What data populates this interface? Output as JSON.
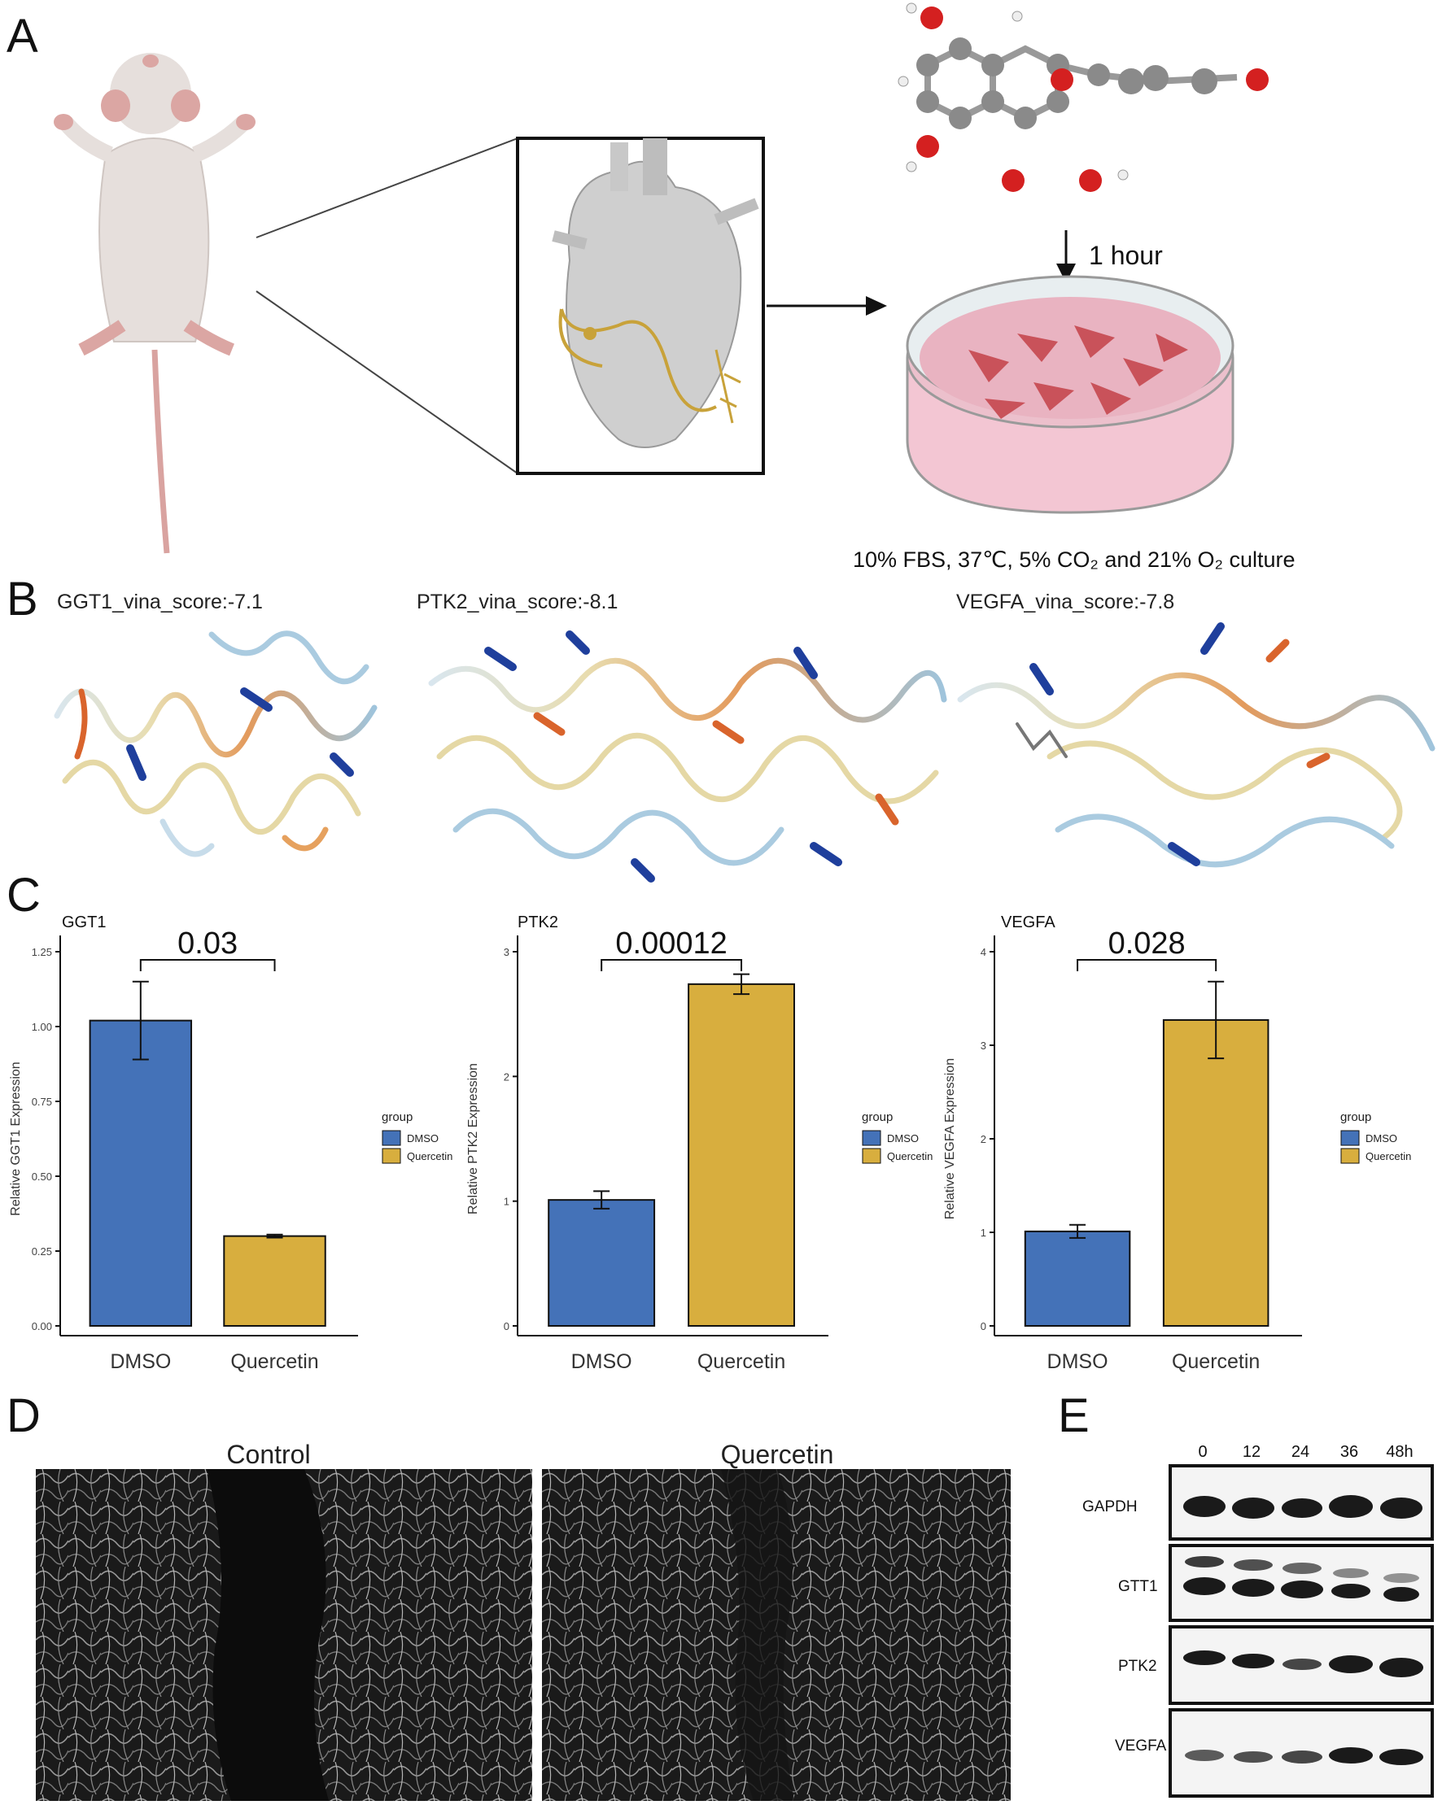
{
  "panels": {
    "a": "A",
    "b": "B",
    "c": "C",
    "d": "D",
    "e": "E"
  },
  "panel_a": {
    "time_label": "1 hour",
    "culture_label": "10% FBS, 37℃, 5% CO₂ and 21% O₂ culture"
  },
  "panel_b": {
    "scores": [
      "GGT1_vina_score:-7.1",
      "PTK2_vina_score:-8.1",
      "VEGFA_vina_score:-7.8"
    ]
  },
  "colors": {
    "dmso": "#4472b8",
    "quercetin": "#d8ae3e"
  },
  "chart_data": [
    {
      "type": "bar",
      "title": "GGT1",
      "ylabel": "Relative GGT1 Expression",
      "categories": [
        "DMSO",
        "Quercetin"
      ],
      "values": [
        1.02,
        0.3
      ],
      "errors": [
        0.13,
        0.005
      ],
      "yticks": [
        "0.00",
        "0.25",
        "0.50",
        "0.75",
        "1.00",
        "1.25"
      ],
      "ylim": [
        0,
        1.25
      ],
      "pvalue": "0.03",
      "legend_title": "group",
      "legend": [
        "DMSO",
        "Quercetin"
      ]
    },
    {
      "type": "bar",
      "title": "PTK2",
      "ylabel": "Relative PTK2 Expression",
      "categories": [
        "DMSO",
        "Quercetin"
      ],
      "values": [
        1.01,
        2.74
      ],
      "errors": [
        0.07,
        0.08
      ],
      "yticks": [
        "0",
        "1",
        "2",
        "3"
      ],
      "ylim": [
        0,
        3
      ],
      "pvalue": "0.00012",
      "legend_title": "group",
      "legend": [
        "DMSO",
        "Quercetin"
      ]
    },
    {
      "type": "bar",
      "title": "VEGFA",
      "ylabel": "Relative VEGFA Expression",
      "categories": [
        "DMSO",
        "Quercetin"
      ],
      "values": [
        1.01,
        3.27
      ],
      "errors": [
        0.07,
        0.41
      ],
      "yticks": [
        "0",
        "1",
        "2",
        "3",
        "4"
      ],
      "ylim": [
        0,
        4
      ],
      "pvalue": "0.028",
      "legend_title": "group",
      "legend": [
        "DMSO",
        "Quercetin"
      ]
    }
  ],
  "panel_d": {
    "control": "Control",
    "quercetin": "Quercetin"
  },
  "panel_e": {
    "lanes": [
      "0",
      "12",
      "24",
      "36",
      "48h"
    ],
    "rows": [
      "GAPDH",
      "GTT1",
      "PTK2",
      "VEGFA"
    ]
  }
}
